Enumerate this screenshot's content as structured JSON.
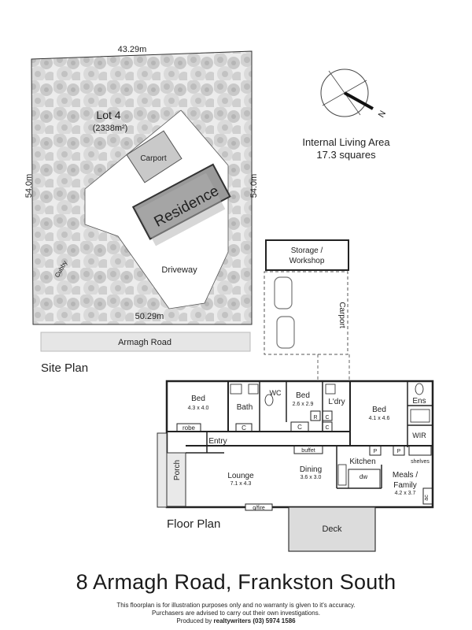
{
  "site": {
    "heading": "Site Plan",
    "lot": "Lot 4",
    "lot_area": "(2338m²)",
    "dim_top": "43.29m",
    "dim_bottom": "50.29m",
    "dim_left": "54.0m",
    "dim_right": "54.0m",
    "carport": "Carport",
    "residence": "Residence",
    "driveway": "Driveway",
    "cubby": "Cubby",
    "road": "Armagh Road",
    "storage": "Storage /",
    "workshop": "Workshop",
    "carport2": "Carport"
  },
  "info": {
    "area_label": "Internal Living Area",
    "area_value": "17.3 squares",
    "north": "N"
  },
  "floor": {
    "heading": "Floor  Plan",
    "bed1": "Bed",
    "bed1_size": "4.3 x 4.0",
    "bath": "Bath",
    "wc": "WC",
    "bed2": "Bed",
    "bed2_size": "2.6 x 2.9",
    "laundry": "L'dry",
    "bed3": "Bed",
    "bed3_size": "4.1 x 4.6",
    "ens": "Ens",
    "wir": "WIR",
    "robe": "robe",
    "entry": "Entry",
    "porch": "Porch",
    "lounge": "Lounge",
    "lounge_size": "7.1 x 4.3",
    "dining": "Dining",
    "dining_size": "3.6 x 3.0",
    "kitchen": "Kitchen",
    "meals": "Meals /",
    "family": "Family",
    "meals_size": "4.2 x 3.7",
    "deck": "Deck",
    "buffet": "buffet",
    "gfire": "g/fire",
    "dw": "dw",
    "shelves": "shelves",
    "ac": "ac",
    "c": "C",
    "r": "R",
    "p": "P"
  },
  "footer": {
    "address": "8 Armagh Road, Frankston South",
    "line1": "This floorplan is for illustration purposes only and no warranty is given to it's accuracy.",
    "line2": "Purchasers are advised to carry out their own investigations.",
    "line3_prefix": "Produced by ",
    "line3_brand": "realtywriters (03) 5974 1586"
  }
}
